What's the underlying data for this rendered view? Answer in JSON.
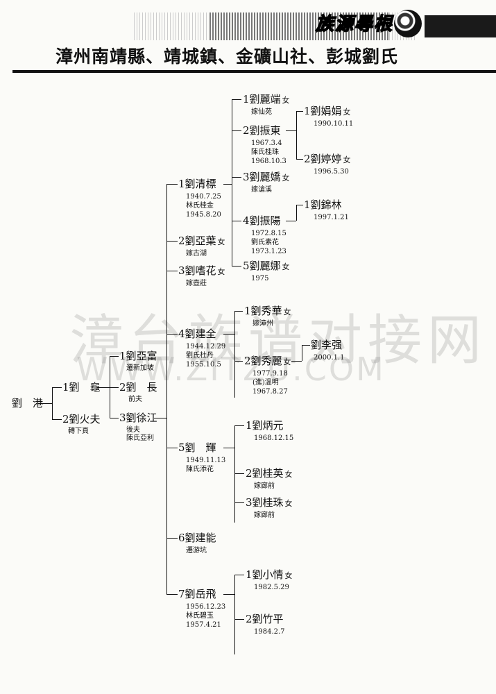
{
  "header": {
    "brand": "族源尋根",
    "title": "漳州南靖縣、靖城鎮、金礦山社、彭城劉氏"
  },
  "watermark": {
    "line1": "漳台族谱对接网",
    "line2": "WWW.ZITZU.COM"
  },
  "tree": {
    "root": "劉　港",
    "gen1": {
      "a": "1劉　龜",
      "b": "2劉火夫",
      "b_note": "轉下頁"
    },
    "gen2": {
      "a": "1劉亞富",
      "a_note": "遷新加坡",
      "b": "2劉　長",
      "b_note": "前夫",
      "c": "3劉徐江",
      "c_note1": "後夫",
      "c_note2": "陳氏亞利"
    },
    "gen3": {
      "p1": "1劉清標",
      "p1_d1": "1940.7.25",
      "p1_d2": "林氏桂金",
      "p1_d3": "1945.8.20",
      "p2": "2劉亞葉",
      "p2_g": "女",
      "p2_d1": "嫁古湖",
      "p3": "3劉嗜花",
      "p3_g": "女",
      "p3_d1": "嫁壺莊",
      "p4": "4劉建全",
      "p4_d1": "1944.12.29",
      "p4_d2": "劉氏杜丹",
      "p4_d3": "1955.10.5",
      "p5": "5劉　輝",
      "p5_d1": "1949.11.13",
      "p5_d2": "陳氏添花",
      "p6": "6劉建能",
      "p6_d1": "遷游坑",
      "p7": "7劉岳飛",
      "p7_d1": "1956.12.23",
      "p7_d2": "林氏碧玉",
      "p7_d3": "1957.4.21"
    },
    "gen4": {
      "q1": "1劉麗端",
      "q1_g": "女",
      "q1_d1": "嫁仙苑",
      "q2": "2劉振東",
      "q2_d1": "1967.3.4",
      "q2_d2": "陳氏桂珠",
      "q2_d3": "1968.10.3",
      "q3": "3劉麗嬌",
      "q3_g": "女",
      "q3_d1": "嫁滄溪",
      "q4": "4劉振陽",
      "q4_d1": "1972.8.15",
      "q4_d2": "劉氏素花",
      "q4_d3": "1973.1.23",
      "q5": "5劉麗娜",
      "q5_g": "女",
      "q5_d1": "1975",
      "r1": "1劉秀華",
      "r1_g": "女",
      "r1_d1": "嫁漳州",
      "r2": "2劉秀麗",
      "r2_g": "女",
      "r2_d1": "1977.9.18",
      "r2_d2": "(進)溫明",
      "r2_d3": "1967.8.27",
      "s1": "1劉炳元",
      "s1_d1": "1968.12.15",
      "s2": "2劉桂英",
      "s2_g": "女",
      "s2_d1": "嫁廊前",
      "s3": "3劉桂珠",
      "s3_g": "女",
      "s3_d1": "嫁廊前",
      "t1": "1劉小情",
      "t1_g": "女",
      "t1_d1": "1982.5.29",
      "t2": "2劉竹平",
      "t2_d1": "1984.2.7"
    },
    "gen5": {
      "u1": "1劉娟娟",
      "u1_g": "女",
      "u1_d1": "1990.10.11",
      "u2": "2劉婷婷",
      "u2_g": "女",
      "u2_d1": "1996.5.30",
      "v1": "1劉錦林",
      "v1_d1": "1997.1.21",
      "w1": "劉李强",
      "w1_d1": "2000.1.1"
    }
  }
}
